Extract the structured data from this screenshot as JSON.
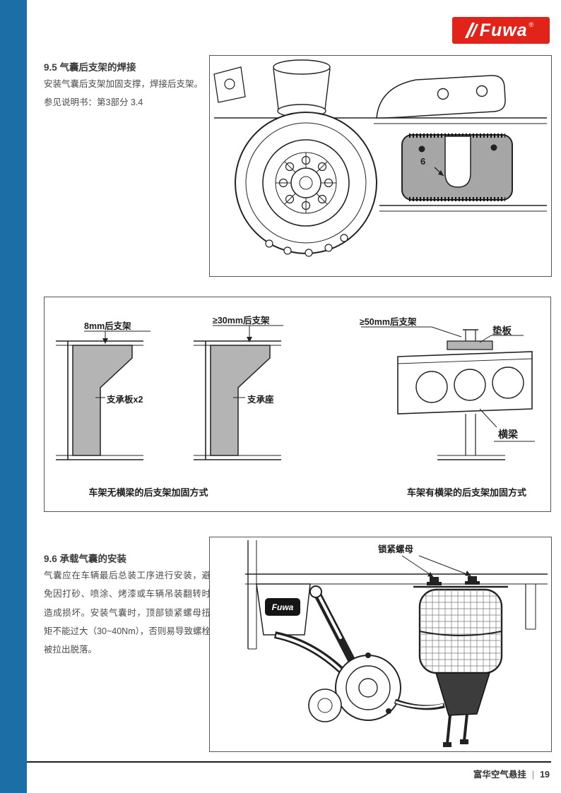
{
  "brand": {
    "logo_text": "Fuwa",
    "registered": "®"
  },
  "section_95": {
    "heading": "9.5 气囊后支架的焊接",
    "body_line1": "安装气囊后支架加固支撑，焊接后支架。",
    "body_line2": "参见说明书：第3部分 3.4"
  },
  "figure1": {
    "callout": "6"
  },
  "bracket_diagrams": {
    "left": {
      "top_label": "8mm后支架",
      "part_label": "支承板x2"
    },
    "middle": {
      "top_label": "≥30mm后支架",
      "part_label": "支承座"
    },
    "right": {
      "top_label": "≥50mm后支架",
      "pad_label": "垫板",
      "beam_label": "横梁"
    },
    "caption_left": "车架无横梁的后支架加固方式",
    "caption_right": "车架有横梁的后支架加固方式"
  },
  "section_96": {
    "heading": "9.6 承载气囊的安装",
    "body": "气囊应在车辆最后总装工序进行安装，避免因打砂、喷涂、烤漆或车辆吊装翻转时造成损坏。安装气囊时，顶部锁紧螺母扭矩不能过大（30~40Nm），否则易导致螺栓被拉出脱落。"
  },
  "figure3": {
    "lock_nut_label": "锁紧螺母",
    "brand_stamp": "Fuwa"
  },
  "footer": {
    "left_text": "富华空气悬挂",
    "separator": "|",
    "page": "19"
  },
  "colors": {
    "accent_blue": "#1c6ea7",
    "logo_red": "#e2231a"
  }
}
